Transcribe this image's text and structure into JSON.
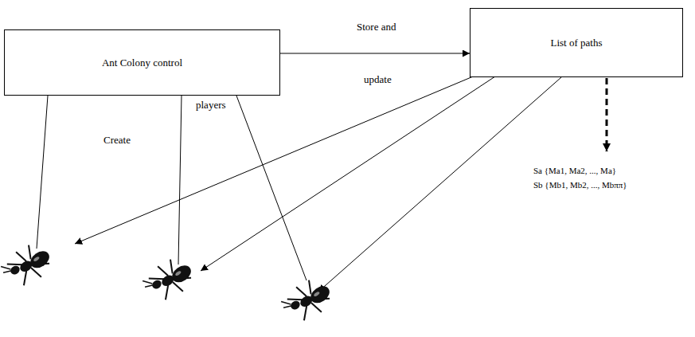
{
  "diagram": {
    "nodes": [
      {
        "text": [
          "Ant Colony control"
        ]
      },
      {
        "text": [
          "List of paths"
        ]
      }
    ],
    "edges": [
      {
        "from": 0,
        "to": 1,
        "arrow": "to"
      }
    ],
    "labels": [
      "Store and",
      "update",
      "Create",
      "players",
      "Sa {Ma1, Ma2, ..., Ma}",
      "Sb {Mb1, Mb2, ..., Mbππ}"
    ]
  }
}
